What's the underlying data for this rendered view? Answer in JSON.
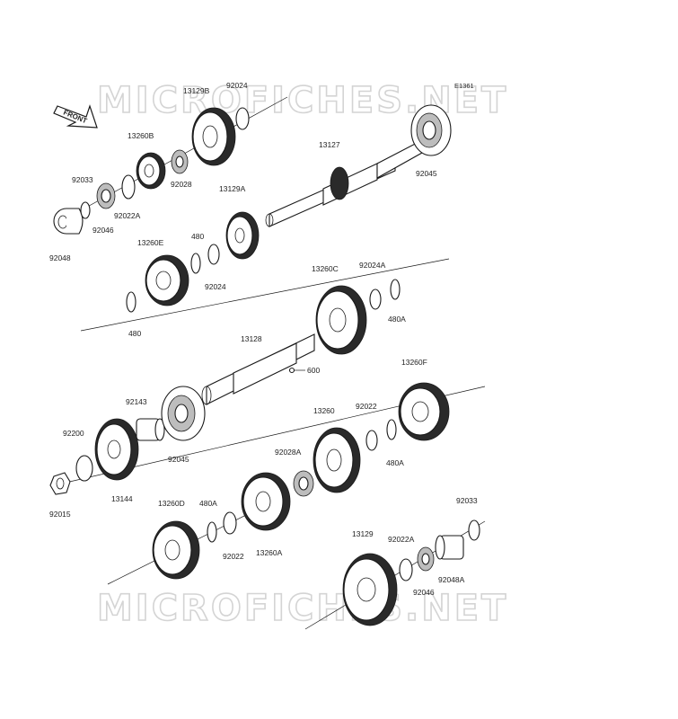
{
  "watermark": "MICROFICHES.NET",
  "diagram_code": "E1361",
  "front_label": "FRONT",
  "labels": {
    "l_92024_top": "92024",
    "l_13129B": "13129B",
    "l_13260B": "13260B",
    "l_13127": "13127",
    "l_92045_top": "92045",
    "l_92033_left": "92033",
    "l_92028": "92028",
    "l_92022A_left": "92022A",
    "l_92046_left": "92046",
    "l_13129A": "13129A",
    "l_92048": "92048",
    "l_13260E": "13260E",
    "l_480_mid": "480",
    "l_92024_mid": "92024",
    "l_13260C": "13260C",
    "l_92024A": "92024A",
    "l_480A_r1": "480A",
    "l_480_low": "480",
    "l_13128": "13128",
    "l_600": "600",
    "l_13260F": "13260F",
    "l_92143": "92143",
    "l_13260": "13260",
    "l_92022_r": "92022",
    "l_92200": "92200",
    "l_480A_r2": "480A",
    "l_92045_mid": "92045",
    "l_92028A": "92028A",
    "l_13144": "13144",
    "l_92015": "92015",
    "l_13260D": "13260D",
    "l_480A_low": "480A",
    "l_92033_right": "92033",
    "l_92022_low": "92022",
    "l_13260A": "13260A",
    "l_13129": "13129",
    "l_92022A_right": "92022A",
    "l_92048A": "92048A",
    "l_92046_right": "92046"
  }
}
